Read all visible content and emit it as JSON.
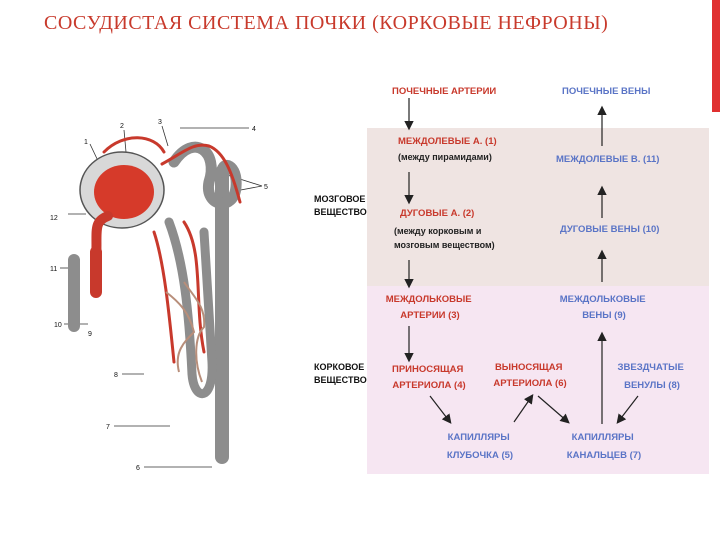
{
  "slide": {
    "title": "СОСУДИСТАЯ СИСТЕМА ПОЧКИ (КОРКОВЫЕ НЕФРОНЫ)",
    "accent_color": "#e03030",
    "title_color": "#c83a2c"
  },
  "illustration": {
    "callouts": [
      "1",
      "2",
      "3",
      "4",
      "5",
      "6",
      "7",
      "8",
      "9",
      "10",
      "11",
      "12"
    ]
  },
  "flowchart": {
    "zones": {
      "medulla": "МОЗГОВОЕ\nВЕЩЕСТВО",
      "cortex": "КОРКОВОЕ\nВЕЩЕСТВО"
    },
    "nodes": {
      "renal_arteries": "ПОЧЕЧНЫЕ АРТЕРИИ",
      "renal_veins": "ПОЧЕЧНЫЕ ВЕНЫ",
      "interlobar_a": "МЕЖДОЛЕВЫЕ А. (1)",
      "interlobar_a_note": "(между пирамидами)",
      "interlobar_v": "МЕЖДОЛЕВЫЕ В. (11)",
      "arcuate_a": "ДУГОВЫЕ А. (2)",
      "arcuate_a_note": "(между корковым и\nмозговым веществом)",
      "arcuate_v": "ДУГОВЫЕ ВЕНЫ (10)",
      "interlobular_a": "МЕЖДОЛЬКОВЫЕ\nАРТЕРИИ (3)",
      "interlobular_v": "МЕЖДОЛЬКОВЫЕ\nВЕНЫ (9)",
      "afferent_arteriole": "ПРИНОСЯЩАЯ\nАРТЕРИОЛА (4)",
      "efferent_arteriole": "ВЫНОСЯЩАЯ\nАРТЕРИОЛА (6)",
      "stellate_venules": "ЗВЕЗДЧАТЫЕ\nВЕНУЛЫ (8)",
      "glomerular_capillaries": "КАПИЛЛЯРЫ\nКЛУБОЧКА (5)",
      "tubular_capillaries": "КАПИЛЛЯРЫ\nКАНАЛЬЦЕВ (7)"
    },
    "colors": {
      "artery": "#c8392c",
      "vein": "#5a74c6",
      "medulla_bg": "#efe4e2",
      "cortex_bg": "#f6e6f2"
    }
  }
}
